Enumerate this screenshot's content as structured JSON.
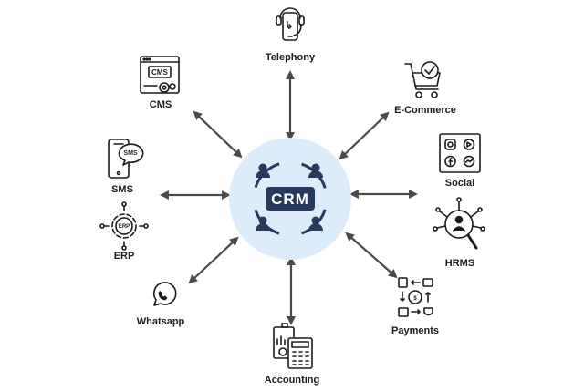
{
  "hub": {
    "label": "CRM",
    "fill": "#dcecfb",
    "badge_color": "#263a5e"
  },
  "nodes": {
    "telephony": "Telephony",
    "ecommerce": "E-Commerce",
    "social": "Social",
    "hrms": "HRMS",
    "payments": "Payments",
    "accounting": "Accounting",
    "whatsapp": "Whatsapp",
    "erp": "ERP",
    "sms": "SMS",
    "cms": "CMS"
  },
  "icon_text": {
    "cms": "CMS",
    "sms": "SMS",
    "erp": "ERP"
  }
}
